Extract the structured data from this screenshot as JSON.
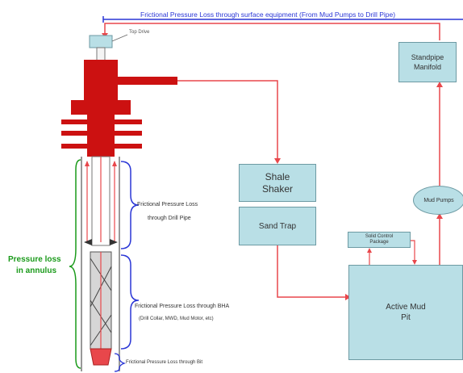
{
  "labels": {
    "surface_loss": "Frictional Pressure Loss through surface equipment (From Mud Pumps to Drill Pipe)",
    "top_drive": "Top Drive",
    "standpipe": "Standpipe Manifold",
    "shale_shaker": "Shale Shaker",
    "sand_trap": "Sand Trap",
    "mud_pumps": "Mud Pumps",
    "solid_control": "Solid Control Package",
    "active_mud_pit": "Active Mud Pit",
    "drill_pipe_loss_line1": "Frictional Pressure Loss",
    "drill_pipe_loss_line2": "through Drill Pipe",
    "bha_loss_line1": "Frictional Pressure Loss through BHA",
    "bha_loss_line2": "(Drill Collar, MWD, Mud Motor, etc)",
    "bit_loss": "Frictional Pressure Loss through Bit",
    "annulus_loss_line1": "Pressure loss",
    "annulus_loss_line2": "in annulus"
  },
  "colors": {
    "flow_red": "#e8474b",
    "equipment_red": "#cc1111",
    "brace_blue": "#2a36d6",
    "brace_green": "#1a9a1a",
    "box_fill": "#b9dfe6",
    "box_border": "#6d9aa3"
  }
}
